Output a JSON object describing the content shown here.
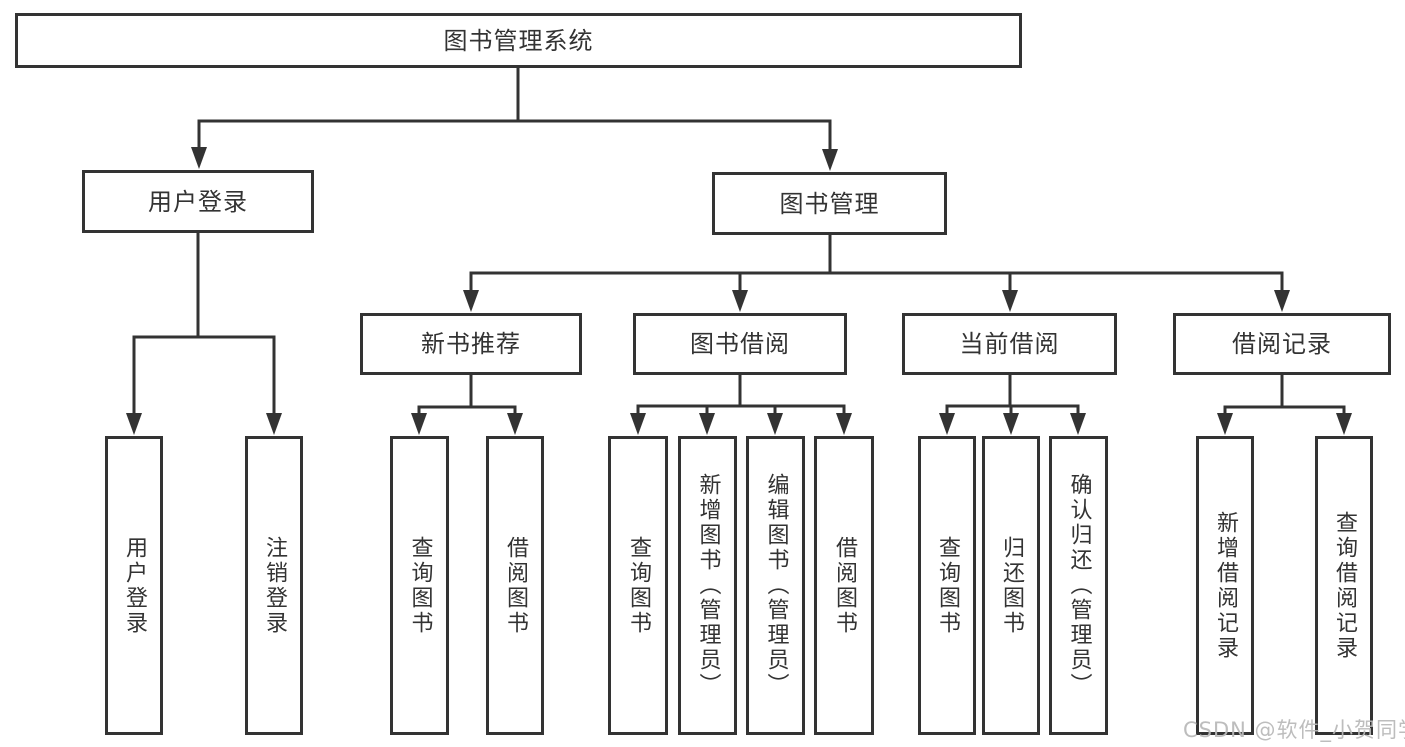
{
  "diagram": {
    "nodes": {
      "root": "图书管理系统",
      "user_login": "用户登录",
      "book_mgmt": "图书管理",
      "new_books": "新书推荐",
      "book_borrow": "图书借阅",
      "current_borrow": "当前借阅",
      "borrow_records": "借阅记录",
      "leaf_user_login": "用户登录",
      "leaf_logout": "注销登录",
      "leaf_nb_query": "查询图书",
      "leaf_nb_borrow": "借阅图书",
      "leaf_bb_query": "查询图书",
      "leaf_bb_add": "新增图书（管理员）",
      "leaf_bb_edit": "编辑图书（管理员）",
      "leaf_bb_borrow": "借阅图书",
      "leaf_cb_query": "查询图书",
      "leaf_cb_return": "归还图书",
      "leaf_cb_confirm": "确认归还（管理员）",
      "leaf_br_add": "新增借阅记录",
      "leaf_br_query": "查询借阅记录"
    },
    "watermark": "CSDN @软件_小贺同学",
    "colors": {
      "line": "#333333",
      "box_border": "#333333",
      "text": "#333333",
      "watermark": "#b9b9b9",
      "background": "#ffffff"
    }
  }
}
